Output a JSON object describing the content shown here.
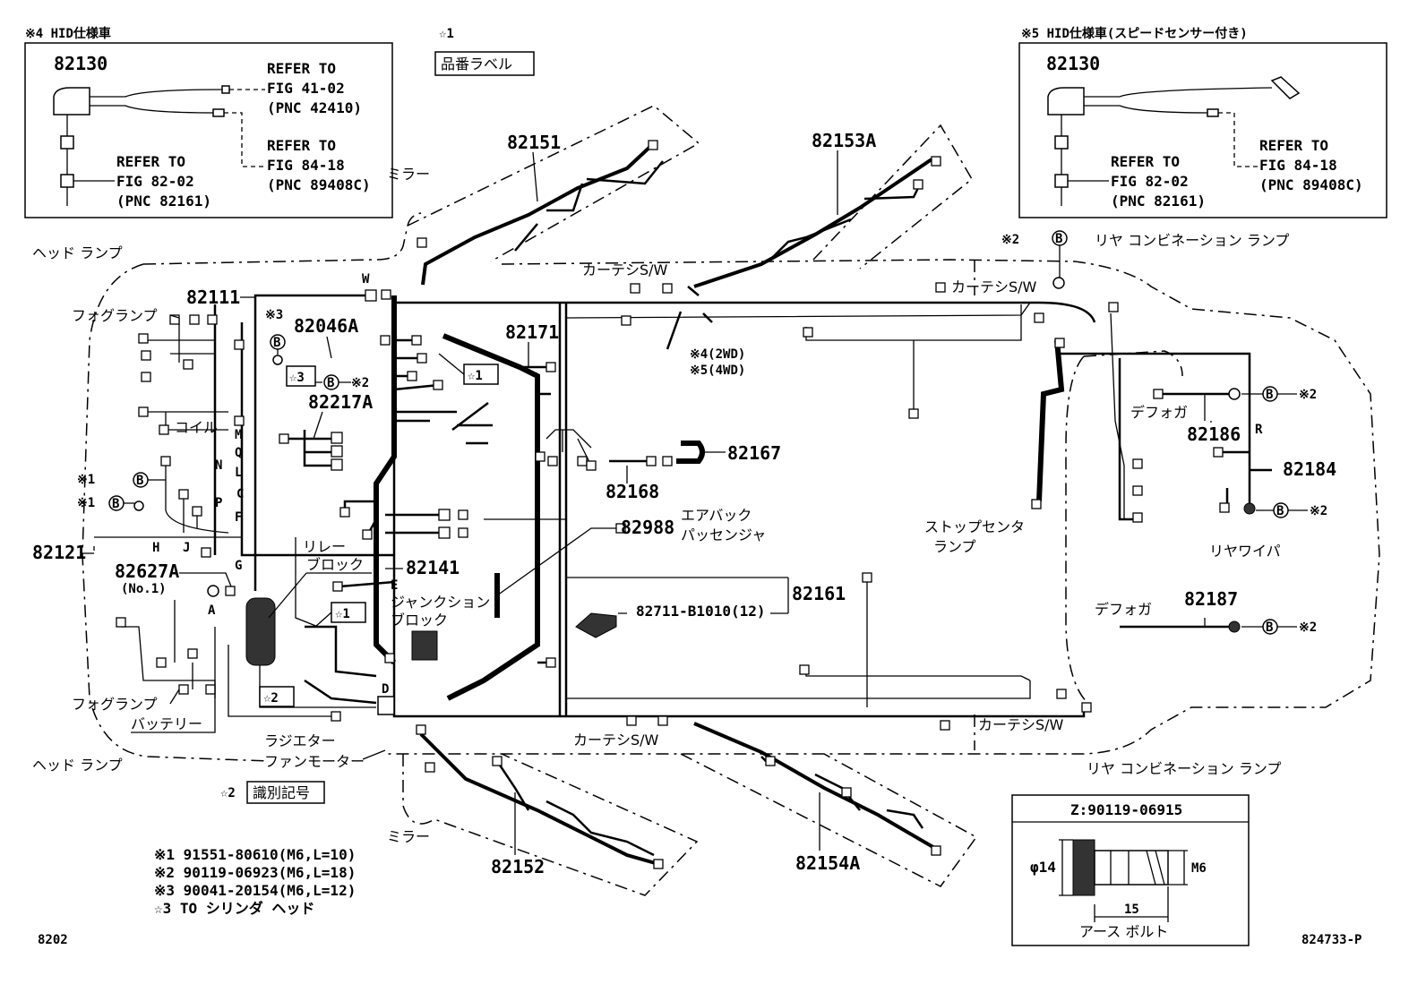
{
  "diagram": {
    "inset_left": {
      "header": "※4 HID仕様車",
      "part": "82130",
      "ref1": [
        "REFER TO",
        "FIG 41-02",
        "(PNC 42410)"
      ],
      "ref2": [
        "REFER TO",
        "FIG 84-18",
        "(PNC 89408C)"
      ],
      "ref3": [
        "REFER TO",
        "FIG 82-02",
        "(PNC 82161)"
      ]
    },
    "inset_right": {
      "header": "※5 HID仕様車(スピードセンサー付き)",
      "part": "82130",
      "ref1": [
        "REFER TO",
        "FIG 84-18",
        "(PNC 89408C)"
      ],
      "ref2": [
        "REFER TO",
        "FIG 82-02",
        "(PNC 82161)"
      ]
    },
    "star1_header": "☆1",
    "star1_label": "品番ラベル",
    "star2_prefix": "☆2",
    "star2_label": "識別記号",
    "bolt_box": {
      "title": "Z:90119-06915",
      "dia": "φ14",
      "thread": "M6",
      "length": "15",
      "caption": "アース ボルト"
    },
    "legend": [
      "※1  91551-80610(M6,L=10)",
      "※2  90119-06923(M6,L=18)",
      "※3  90041-20154(M6,L=12)",
      "☆3  TO シリンダ ヘッド"
    ],
    "footer_left": "8202",
    "footer_right": "824733-P",
    "parts": {
      "p82151": "82151",
      "p82153A": "82153A",
      "p82111": "82111",
      "p82046A": "82046A",
      "p82171": "82171",
      "p82217A": "82217A",
      "p82167": "82167",
      "p82168": "82168",
      "p82988": "82988",
      "p82121": "82121",
      "p82627A": "82627A",
      "p82627A_no": "(No.1)",
      "p82141": "82141",
      "p82161": "82161",
      "p82711": "82711-B1010(12)",
      "p82186": "82186",
      "p82184": "82184",
      "p82187": "82187",
      "p82152": "82152",
      "p82154A": "82154A"
    },
    "labels": {
      "mirror_top": "ミラー",
      "mirror_bottom": "ミラー",
      "headlamp_top": "ヘッド ランプ",
      "headlamp_bottom": "ヘッド ランプ",
      "foglamp_top": "フォグランプ",
      "foglamp_bottom": "フォグランプ",
      "coil": "コイル",
      "battery": "バッテリー",
      "radiator": "ラジエター",
      "fanmotor": "ファンモーター",
      "relay": "リレー",
      "relay_block": "ブロック",
      "junction": "ジャンクション",
      "junction_block": "ブロック",
      "airbag": "エアバック",
      "passenger": "パッセンジャ",
      "courtesy1": "カーテシS/W",
      "courtesy2": "カーテシS/W",
      "courtesy3": "カーテシS/W",
      "courtesy4": "カーテシS/W",
      "rear_combo_top": "リヤ コンビネーション ランプ",
      "rear_combo_bottom": "リヤ コンビネーション ランプ",
      "stop_center": "ストップセンタ",
      "stop_lamp": "ランプ",
      "defogger1": "デフォガ",
      "defogger2": "デフォガ",
      "rear_wiper": "リヤワイパ",
      "note_4wd2": "※4(2WD)",
      "note_5wd4": "※5(4WD)",
      "mark3": "※3",
      "mark2a": "※2",
      "mark2b": "※2",
      "mark2c": "※2",
      "mark2d": "※2",
      "mark2e": "※2",
      "mark1a": "※1",
      "mark1b": "※1",
      "star3": "☆3",
      "star1a": "☆1",
      "star1b": "☆1",
      "star2": "☆2",
      "B": "B",
      "W": "W",
      "R": "R",
      "M": "M",
      "Q": "Q",
      "L": "L",
      "C": "C",
      "N": "N",
      "P": "P",
      "F": "F",
      "H": "H",
      "J": "J",
      "G": "G",
      "A": "A",
      "E": "E",
      "D": "D"
    }
  }
}
